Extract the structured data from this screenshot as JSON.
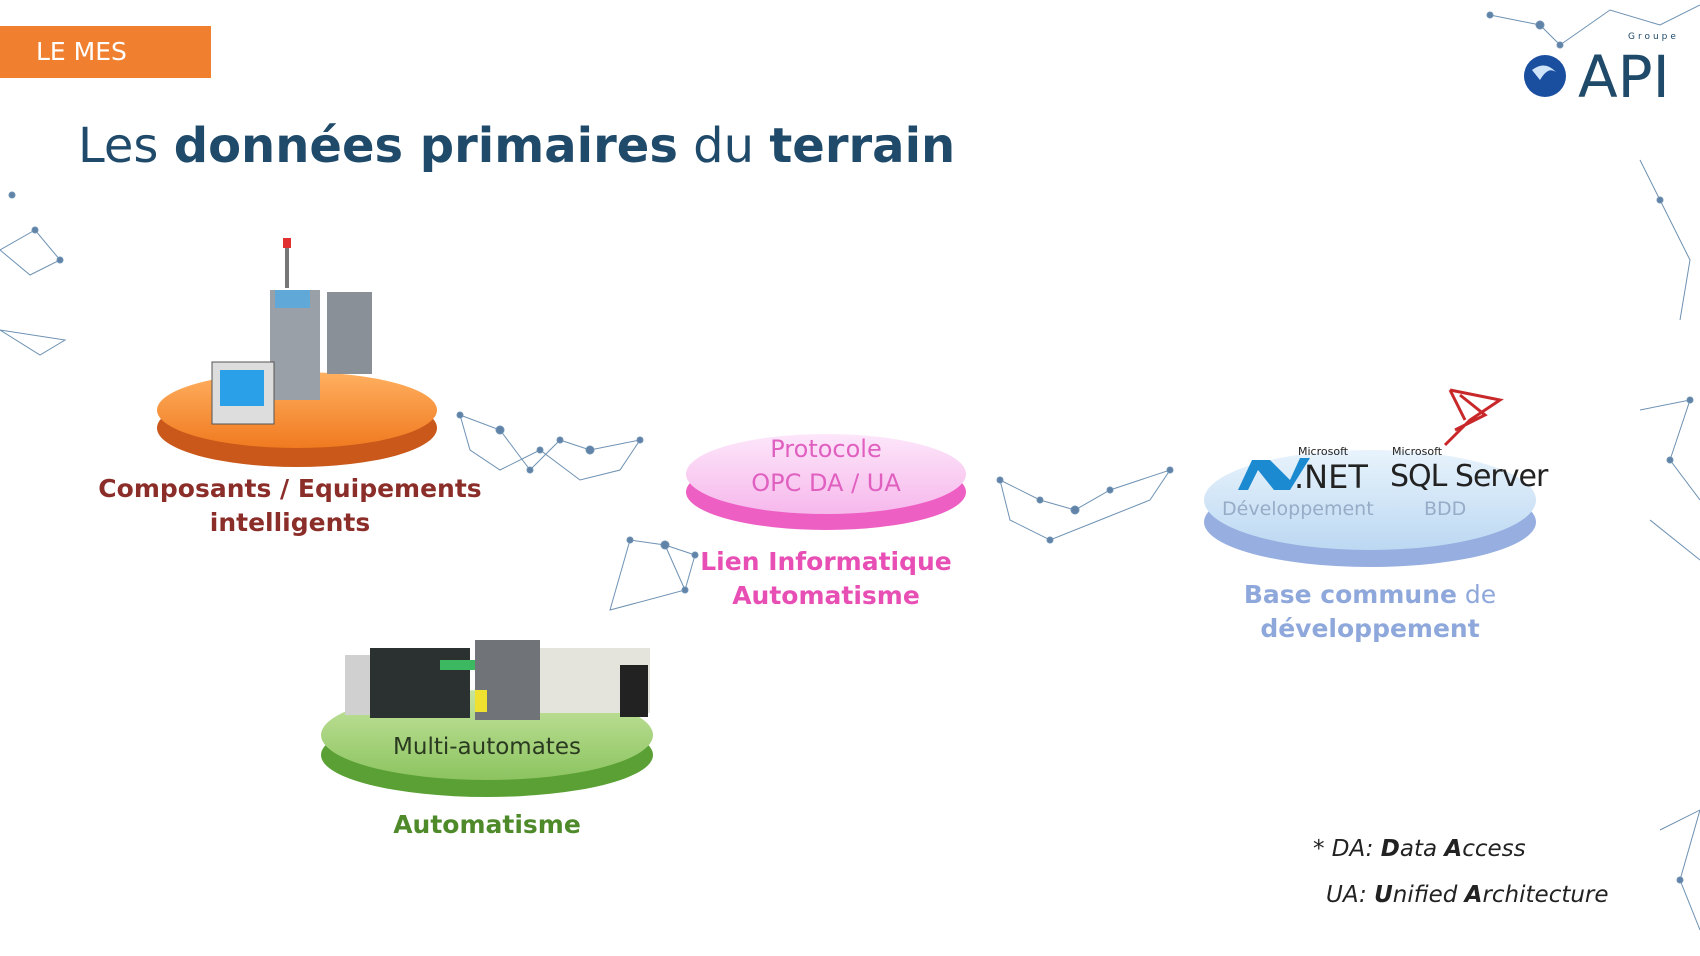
{
  "section_tag": "LE MES",
  "title": {
    "p1": "Les ",
    "b1": "données primaires",
    "p2": " du ",
    "b2": "terrain"
  },
  "logo": {
    "group": "Groupe",
    "name": "API"
  },
  "components": {
    "label_line1": "Composants / Equipements",
    "label_line2": "intelligents"
  },
  "protocol": {
    "disc_line1": "Protocole",
    "disc_line2": "OPC DA / UA",
    "label_line1": "Lien Informatique",
    "label_line2": "Automatisme"
  },
  "database": {
    "net_brand": "Microsoft",
    "net_name": ".NET",
    "net_caption": "Développement",
    "sql_brand": "Microsoft",
    "sql_name": "SQL Server",
    "sql_caption": "BDD",
    "label_bold": "Base commune",
    "label_rest": " de",
    "label_line2": "développement"
  },
  "automation": {
    "disc_text": "Multi-automates",
    "label": "Automatisme"
  },
  "footnotes": {
    "da": {
      "prefix": "* DA: ",
      "b1": "D",
      "t1": "ata ",
      "b2": "A",
      "t2": "ccess"
    },
    "ua": {
      "prefix": "UA: ",
      "b1": "U",
      "t1": "nified ",
      "b2": "A",
      "t2": "rchitecture"
    }
  },
  "colors": {
    "orange": "#f08030",
    "title": "#1f4a6a",
    "red": "#8b2e2a",
    "pink": "#e84fb5",
    "blue": "#8fa8dc",
    "green": "#4f8a2a"
  }
}
